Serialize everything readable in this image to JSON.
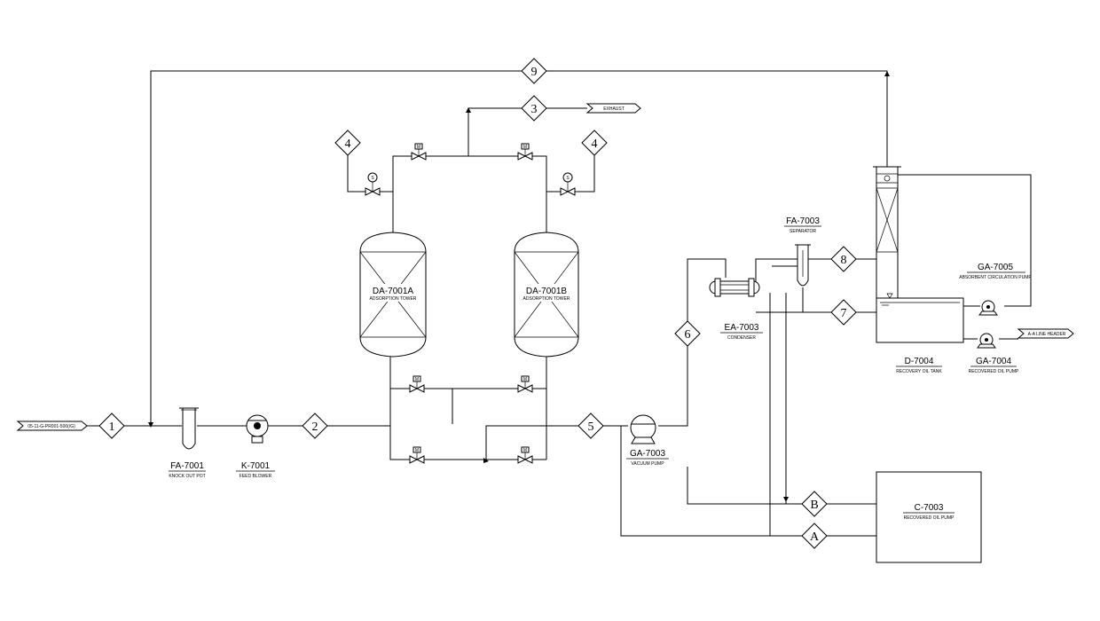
{
  "streams": {
    "s1": "1",
    "s2": "2",
    "s3": "3",
    "s4a": "4",
    "s4b": "4",
    "s5": "5",
    "s6": "6",
    "s7": "7",
    "s8": "8",
    "s9": "9",
    "sA": "A",
    "sB": "B"
  },
  "offpage": {
    "inlet": "05-11-G-PR001-500(/G)",
    "exhaust": "EXHAUST",
    "outlet": "A-A LINE HEADER"
  },
  "equipment": {
    "fa7001": {
      "tag": "FA-7001",
      "name": "KNOCK OUT POT"
    },
    "k7001": {
      "tag": "K-7001",
      "name": "FEED BLOWER"
    },
    "da7001a": {
      "tag": "DA-7001A",
      "name": "ADSORPTION TOWER"
    },
    "da7001b": {
      "tag": "DA-7001B",
      "name": "ADSORPTION TOWER"
    },
    "ga7003": {
      "tag": "GA-7003",
      "name": "VACUUM PUMP"
    },
    "ea7003": {
      "tag": "EA-7003",
      "name": "CONDENSER"
    },
    "fa7003": {
      "tag": "FA-7003",
      "name": "SEPARATOR"
    },
    "ga7005": {
      "tag": "GA-7005",
      "name": "ABSORBENT CIRCULATION PUMP"
    },
    "d7004": {
      "tag": "D-7004",
      "name": "RECOVERY OIL TANK"
    },
    "ga7004": {
      "tag": "GA-7004",
      "name": "RECOVERED OIL PUMP"
    },
    "c7003": {
      "tag": "C-7003",
      "name": "RECOVERED OIL PUMP"
    }
  },
  "valve_marks": {
    "s": "S",
    "m": "M"
  }
}
